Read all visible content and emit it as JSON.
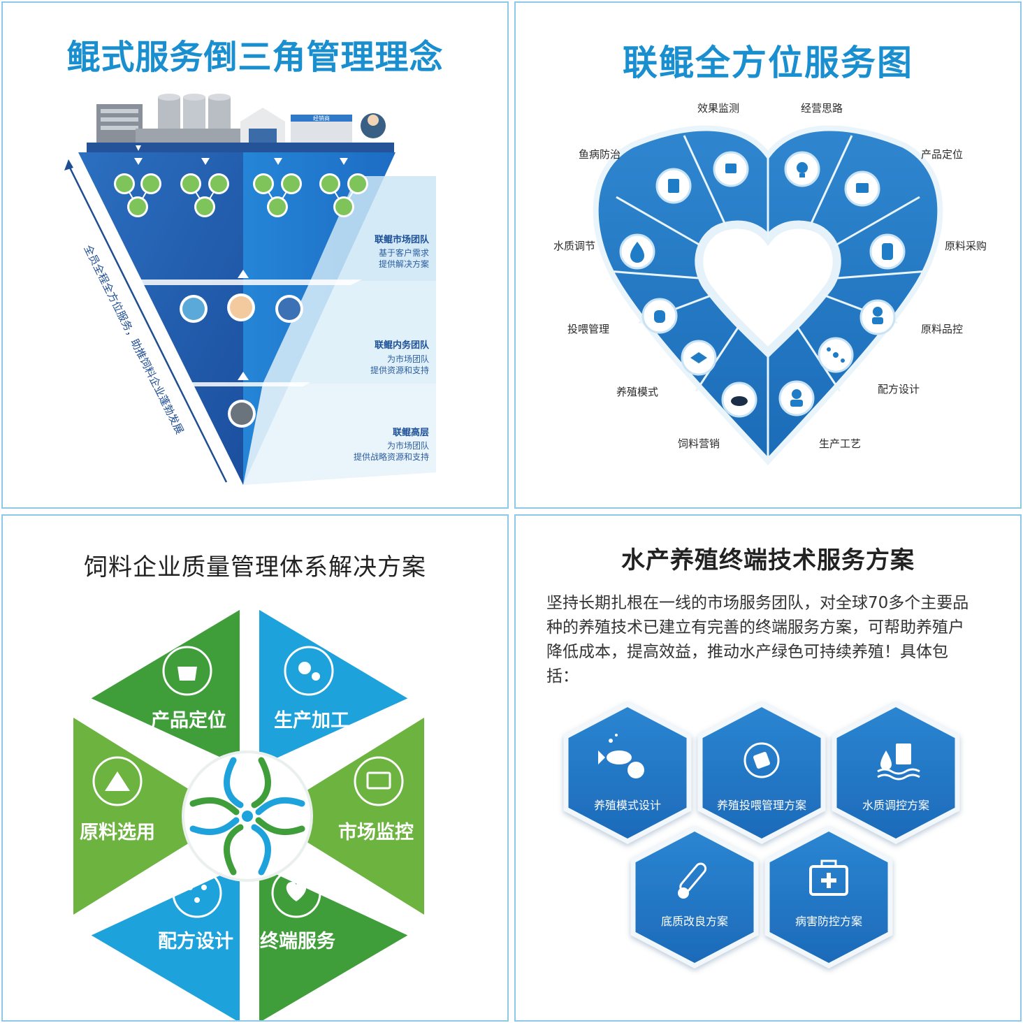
{
  "panel1": {
    "title": "鲲式服务倒三角管理理念",
    "arrow_text": "全员全程全方位服务，助推饲料企业蓬勃发展",
    "sign_text": "经销商",
    "layers": [
      {
        "name": "联鲲市场团队",
        "line1": "基于客户需求",
        "line2": "提供解决方案"
      },
      {
        "name": "联鲲内务团队",
        "line1": "为市场团队",
        "line2": "提供资源和支持"
      },
      {
        "name": "联鲲高层",
        "line1": "为市场团队",
        "line2": "提供战略资源和支持"
      }
    ]
  },
  "panel2": {
    "title": "联鲲全方位服务图",
    "labels": [
      "效果监测",
      "经营思路",
      "产品定位",
      "原料采购",
      "原料品控",
      "配方设计",
      "生产工艺",
      "饲料营销",
      "养殖模式",
      "投喂管理",
      "水质调节",
      "鱼病防治"
    ]
  },
  "panel3": {
    "title": "饲料企业质量管理体系解决方案",
    "segments": [
      "产品定位",
      "生产加工",
      "市场监控",
      "终端服务",
      "配方设计",
      "原料选用"
    ],
    "colors": {
      "green": "#3f9e3a",
      "blue": "#1ea2dc"
    }
  },
  "panel4": {
    "title": "水产养殖终端技术服务方案",
    "paragraph": "坚持长期扎根在一线的市场服务团队，对全球70多个主要品种的养殖技术已建立有完善的终端服务方案，可帮助养殖户降低成本，提高效益，推动水产绿色可持续养殖！具体包括：",
    "hexes": [
      "养殖模式设计",
      "养殖投喂管理方案",
      "水质调控方案",
      "底质改良方案",
      "病害防控方案"
    ]
  }
}
